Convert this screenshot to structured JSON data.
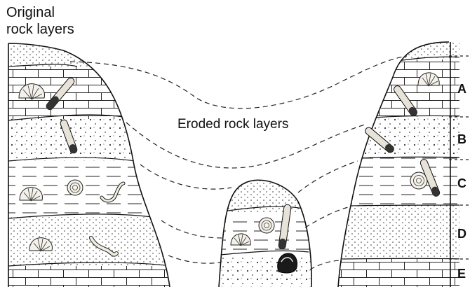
{
  "title_line1": "Original",
  "title_line2": "rock layers",
  "eroded_label": "Eroded rock layers",
  "layers": [
    "A",
    "B",
    "C",
    "D",
    "E"
  ],
  "fossils": {
    "shell": "shell-fossil-icon",
    "ammonite": "ammonite-fossil-icon",
    "trilobite": "trilobite-fossil-icon",
    "belemnite": "belemnite-fossil-icon",
    "worm": "worm-fossil-icon",
    "snail": "snail-fossil-icon"
  }
}
